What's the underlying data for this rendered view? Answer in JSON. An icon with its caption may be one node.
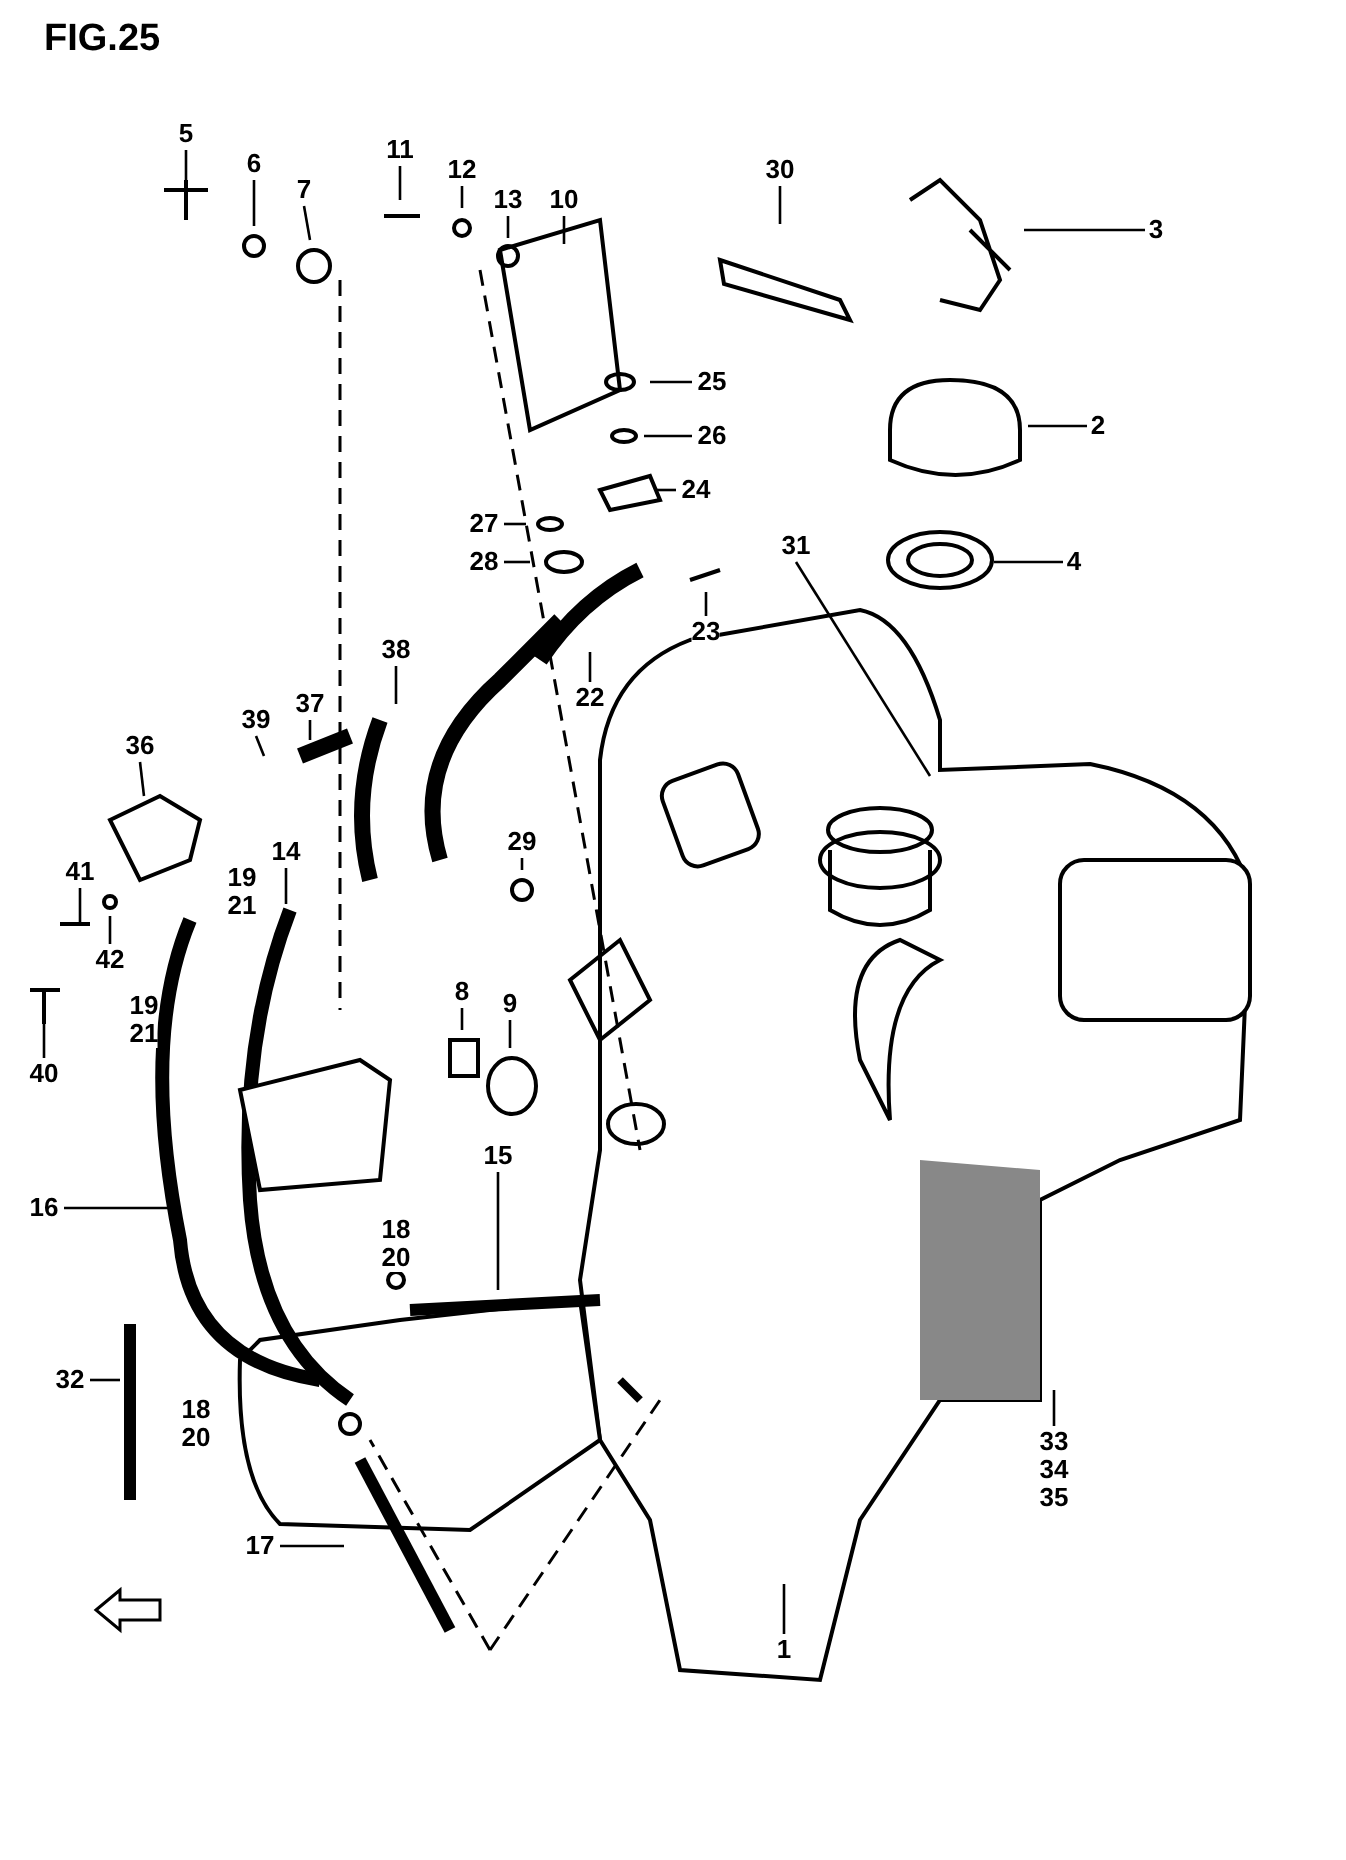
{
  "diagram": {
    "title": "FIG.25",
    "nodes": [
      {
        "text": [
          "5"
        ]
      },
      {
        "text": [
          "6"
        ]
      },
      {
        "text": [
          "7"
        ]
      },
      {
        "text": [
          "11"
        ]
      },
      {
        "text": [
          "12"
        ]
      },
      {
        "text": [
          "13"
        ]
      },
      {
        "text": [
          "10"
        ]
      },
      {
        "text": [
          "30"
        ]
      },
      {
        "text": [
          "3"
        ]
      },
      {
        "text": [
          "25"
        ]
      },
      {
        "text": [
          "2"
        ]
      },
      {
        "text": [
          "26"
        ]
      },
      {
        "text": [
          "24"
        ]
      },
      {
        "text": [
          "27"
        ]
      },
      {
        "text": [
          "28"
        ]
      },
      {
        "text": [
          "4"
        ]
      },
      {
        "text": [
          "31"
        ]
      },
      {
        "text": [
          "23"
        ]
      },
      {
        "text": [
          "22"
        ]
      },
      {
        "text": [
          "38"
        ]
      },
      {
        "text": [
          "39"
        ]
      },
      {
        "text": [
          "37"
        ]
      },
      {
        "text": [
          "36"
        ]
      },
      {
        "text": [
          "29"
        ]
      },
      {
        "text": [
          "41"
        ]
      },
      {
        "text": [
          "14"
        ]
      },
      {
        "text": [
          "19",
          "21"
        ]
      },
      {
        "text": [
          "42"
        ]
      },
      {
        "text": [
          "19",
          "21"
        ]
      },
      {
        "text": [
          "8"
        ]
      },
      {
        "text": [
          "9"
        ]
      },
      {
        "text": [
          "40"
        ]
      },
      {
        "text": [
          "15"
        ]
      },
      {
        "text": [
          "16"
        ]
      },
      {
        "text": [
          "18",
          "20"
        ]
      },
      {
        "text": [
          "32"
        ]
      },
      {
        "text": [
          "18",
          "20"
        ]
      },
      {
        "text": [
          "33",
          "34",
          "35"
        ]
      },
      {
        "text": [
          "17"
        ]
      },
      {
        "text": [
          "1"
        ]
      }
    ],
    "edges": [
      {
        "from": 0,
        "to": null,
        "arrow": "none"
      },
      {
        "from": 1,
        "to": null,
        "arrow": "none"
      },
      {
        "from": 2,
        "to": null,
        "arrow": "none"
      },
      {
        "from": 3,
        "to": null,
        "arrow": "none"
      },
      {
        "from": 4,
        "to": null,
        "arrow": "none"
      },
      {
        "from": 5,
        "to": null,
        "arrow": "none"
      },
      {
        "from": 6,
        "to": null,
        "arrow": "none"
      },
      {
        "from": 7,
        "to": null,
        "arrow": "none"
      },
      {
        "from": 8,
        "to": null,
        "arrow": "none"
      },
      {
        "from": 9,
        "to": null,
        "arrow": "none"
      },
      {
        "from": 10,
        "to": null,
        "arrow": "none"
      },
      {
        "from": 11,
        "to": null,
        "arrow": "none"
      },
      {
        "from": 12,
        "to": null,
        "arrow": "none"
      },
      {
        "from": 13,
        "to": null,
        "arrow": "none"
      },
      {
        "from": 14,
        "to": null,
        "arrow": "none"
      },
      {
        "from": 15,
        "to": null,
        "arrow": "none"
      },
      {
        "from": 16,
        "to": null,
        "arrow": "none"
      },
      {
        "from": 17,
        "to": null,
        "arrow": "none"
      },
      {
        "from": 18,
        "to": null,
        "arrow": "none"
      },
      {
        "from": 19,
        "to": null,
        "arrow": "none"
      },
      {
        "from": 20,
        "to": null,
        "arrow": "none"
      },
      {
        "from": 21,
        "to": null,
        "arrow": "none"
      },
      {
        "from": 22,
        "to": null,
        "arrow": "none"
      },
      {
        "from": 23,
        "to": null,
        "arrow": "none"
      },
      {
        "from": 24,
        "to": null,
        "arrow": "none"
      },
      {
        "from": 25,
        "to": null,
        "arrow": "none"
      },
      {
        "from": 27,
        "to": null,
        "arrow": "none"
      },
      {
        "from": 29,
        "to": null,
        "arrow": "none"
      },
      {
        "from": 30,
        "to": null,
        "arrow": "none"
      },
      {
        "from": 31,
        "to": null,
        "arrow": "none"
      },
      {
        "from": 32,
        "to": null,
        "arrow": "none"
      },
      {
        "from": 33,
        "to": null,
        "arrow": "none"
      },
      {
        "from": 35,
        "to": null,
        "arrow": "none"
      },
      {
        "from": 37,
        "to": null,
        "arrow": "none"
      },
      {
        "from": 38,
        "to": null,
        "arrow": "none"
      },
      {
        "from": 39,
        "to": null,
        "arrow": "none"
      }
    ]
  }
}
